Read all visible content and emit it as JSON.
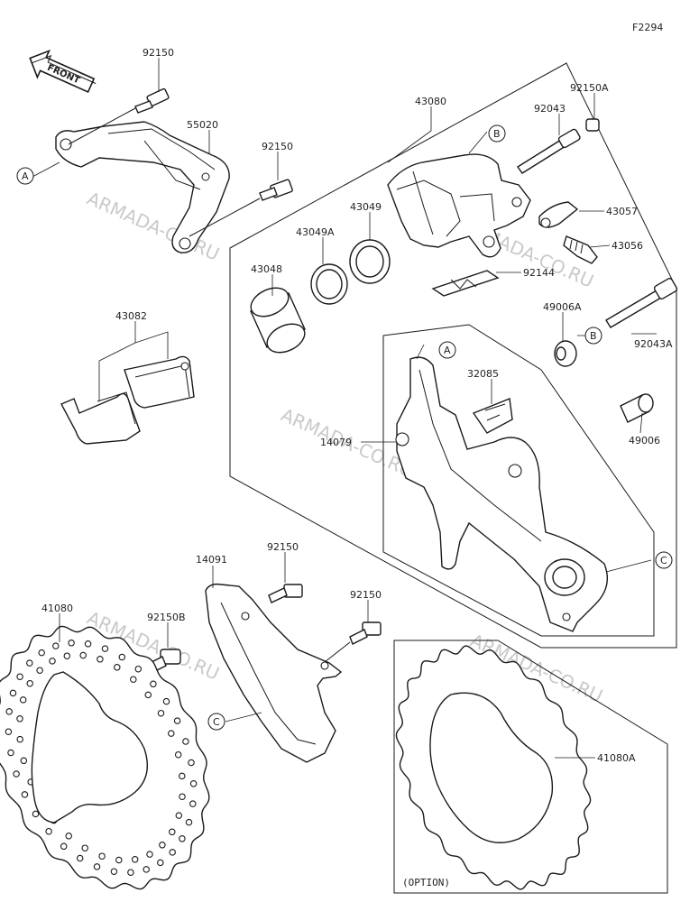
{
  "figure_code": "F2294",
  "front_label": "FRONT",
  "watermark": "ARMADA-CO.RU",
  "option_label": "(OPTION)",
  "ref_markers": {
    "a": "A",
    "b": "B",
    "c": "C"
  },
  "parts": {
    "p92150_top": "92150",
    "p55020": "55020",
    "p92150_mid": "92150",
    "p43080": "43080",
    "p92150A": "92150A",
    "p92043": "92043",
    "p43057": "43057",
    "p43056": "43056",
    "p43049": "43049",
    "p43049A": "43049A",
    "p43048": "43048",
    "p92144": "92144",
    "p43082": "43082",
    "p49006A": "49006A",
    "p92043A": "92043A",
    "p32085": "32085",
    "p14079": "14079",
    "p49006": "49006",
    "p14091": "14091",
    "p92150_low": "92150",
    "p92150_low2": "92150",
    "p41080": "41080",
    "p92150B": "92150B",
    "p41080A": "41080A"
  }
}
